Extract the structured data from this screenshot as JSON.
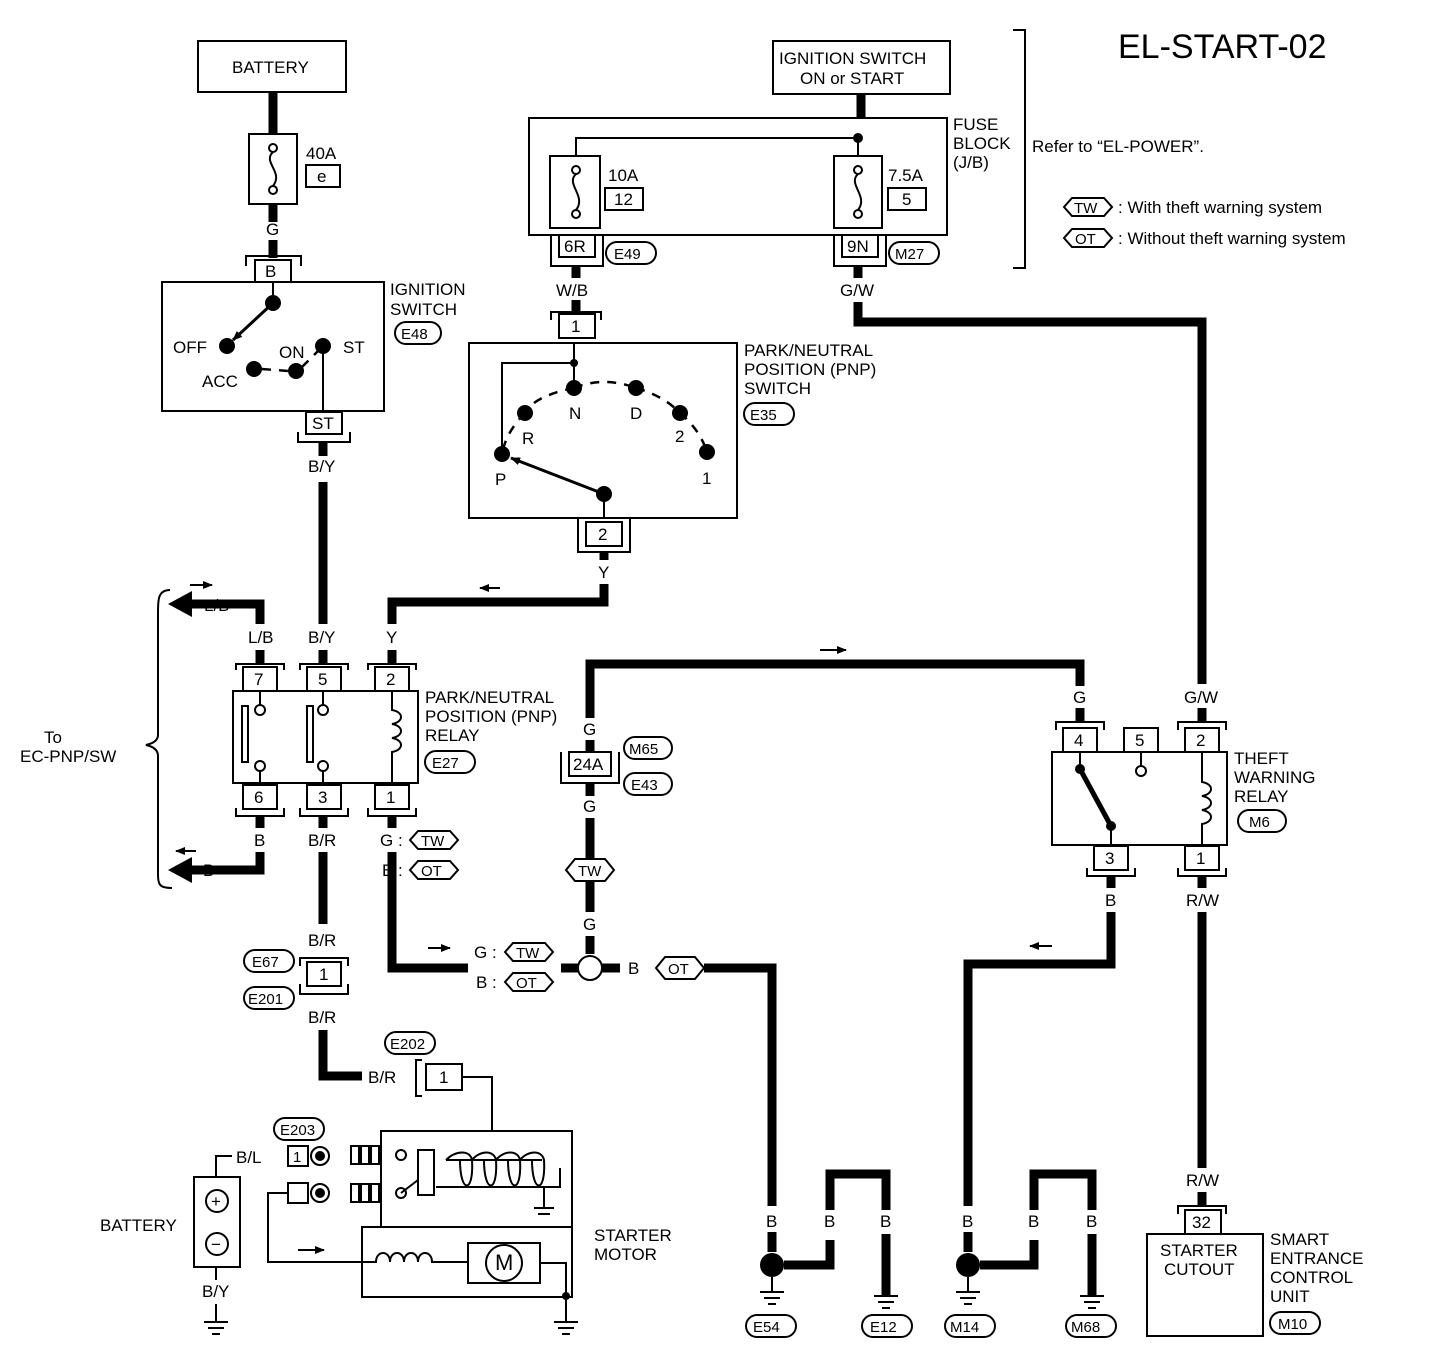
{
  "title": "EL-START-02",
  "notes": {
    "refer": "Refer to “EL-POWER”.",
    "tw_tag": "TW",
    "tw_text": ": With theft warning system",
    "ot_tag": "OT",
    "ot_text": ": Without theft warning system"
  },
  "battery_top": {
    "label": "BATTERY",
    "fuse": "40A",
    "fuse_id": "e",
    "wire": "G"
  },
  "ignition_switch": {
    "name_line1": "IGNITION",
    "name_line2": "SWITCH",
    "connector": "E48",
    "term_in": "B",
    "term_out": "ST",
    "positions": {
      "off": "OFF",
      "acc": "ACC",
      "on": "ON",
      "st": "ST"
    },
    "wire_out": "B/Y"
  },
  "ign_on_start": {
    "line1": "IGNITION SWITCH",
    "line2": "ON or START"
  },
  "fuse_block": {
    "name_line1": "FUSE",
    "name_line2": "BLOCK",
    "name_line3": "(J/B)",
    "fuse1_amp": "10A",
    "fuse1_no": "12",
    "fuse1_term": "6R",
    "fuse1_conn": "E49",
    "fuse1_wire": "W/B",
    "fuse2_amp": "7.5A",
    "fuse2_no": "5",
    "fuse2_term": "9N",
    "fuse2_conn": "M27",
    "fuse2_wire": "G/W"
  },
  "pnp_switch": {
    "name_line1": "PARK/NEUTRAL",
    "name_line2": "POSITION (PNP)",
    "name_line3": "SWITCH",
    "connector": "E35",
    "term_in": "1",
    "term_out": "2",
    "positions": {
      "p": "P",
      "r": "R",
      "n": "N",
      "d": "D",
      "two": "2",
      "one": "1"
    },
    "wire_out": "Y"
  },
  "pnp_relay": {
    "name_line1": "PARK/NEUTRAL",
    "name_line2": "POSITION (PNP)",
    "name_line3": "RELAY",
    "connector": "E27",
    "top_terms": [
      "7",
      "5",
      "2"
    ],
    "top_wires": [
      "L/B",
      "B/Y",
      "Y"
    ],
    "bottom_terms": [
      "6",
      "3",
      "1"
    ],
    "bottom_wires": [
      "B",
      "B/R"
    ],
    "term1_wire_tw": "G :",
    "term1_wire_ot": "B :",
    "to_text1": "To",
    "to_text2": "EC-PNP/SW",
    "arrow_lb": "L/B",
    "arrow_b": "B"
  },
  "junction_m65": {
    "wire_top": "G",
    "term": "24A",
    "conn1": "M65",
    "conn2": "E43",
    "wire_bottom": "G",
    "tw_tag": "TW",
    "wire_g_below": "G",
    "splice_g": "G :",
    "splice_b": "B :",
    "splice_right_wire": "B",
    "ot_tag": "OT"
  },
  "theft_relay": {
    "name_line1": "THEFT",
    "name_line2": "WARNING",
    "name_line3": "RELAY",
    "connector": "M6",
    "top_terms": [
      "4",
      "5",
      "2"
    ],
    "top_wires": [
      "G",
      "G/W"
    ],
    "bottom_terms": [
      "3",
      "1"
    ],
    "bottom_wires": [
      "B",
      "R/W"
    ]
  },
  "e67": {
    "conn1": "E67",
    "conn2": "E201",
    "term": "1",
    "wire_in": "B/R",
    "wire_out": "B/R"
  },
  "e202": {
    "conn": "E202",
    "term": "1",
    "wire": "B/R"
  },
  "e203": {
    "conn": "E203",
    "term": "1",
    "wire": "B/L"
  },
  "battery_bottom": {
    "label": "BATTERY",
    "plus": "+",
    "minus": "−",
    "wire": "B/Y"
  },
  "starter_motor": {
    "name_line1": "STARTER",
    "name_line2": "MOTOR",
    "motor": "M"
  },
  "grounds": {
    "wire": "B",
    "e54": "E54",
    "e12": "E12",
    "m14": "M14",
    "m68": "M68"
  },
  "smart_unit": {
    "term": "32",
    "wire": "R/W",
    "inner_line1": "STARTER",
    "inner_line2": "CUTOUT",
    "name_line1": "SMART",
    "name_line2": "ENTRANCE",
    "name_line3": "CONTROL",
    "name_line4": "UNIT",
    "connector": "M10"
  }
}
